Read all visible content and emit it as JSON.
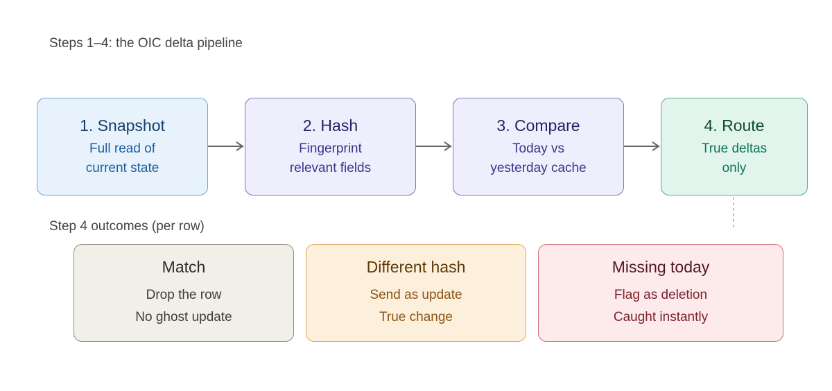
{
  "title": "Steps 1–4: the OIC delta pipeline",
  "outcomes_heading": "Step 4 outcomes (per row)",
  "steps": [
    {
      "title": "1. Snapshot",
      "line1": "Full read of",
      "line2": "current state"
    },
    {
      "title": "2. Hash",
      "line1": "Fingerprint",
      "line2": "relevant fields"
    },
    {
      "title": "3. Compare",
      "line1": "Today vs",
      "line2": "yesterday cache"
    },
    {
      "title": "4. Route",
      "line1": "True deltas",
      "line2": "only"
    }
  ],
  "outcomes": [
    {
      "title": "Match",
      "line1": "Drop the row",
      "line2": "No ghost update"
    },
    {
      "title": "Different hash",
      "line1": "Send as update",
      "line2": "True change"
    },
    {
      "title": "Missing today",
      "line1": "Flag as deletion",
      "line2": "Caught instantly"
    }
  ],
  "colors": {
    "snapshot": "#e8f2fc",
    "hash_compare": "#efeefc",
    "route": "#e2f5ec",
    "match": "#f2efe8",
    "different_hash": "#fcefdc",
    "missing_today": "#fdeaea",
    "arrow": "#666666"
  }
}
